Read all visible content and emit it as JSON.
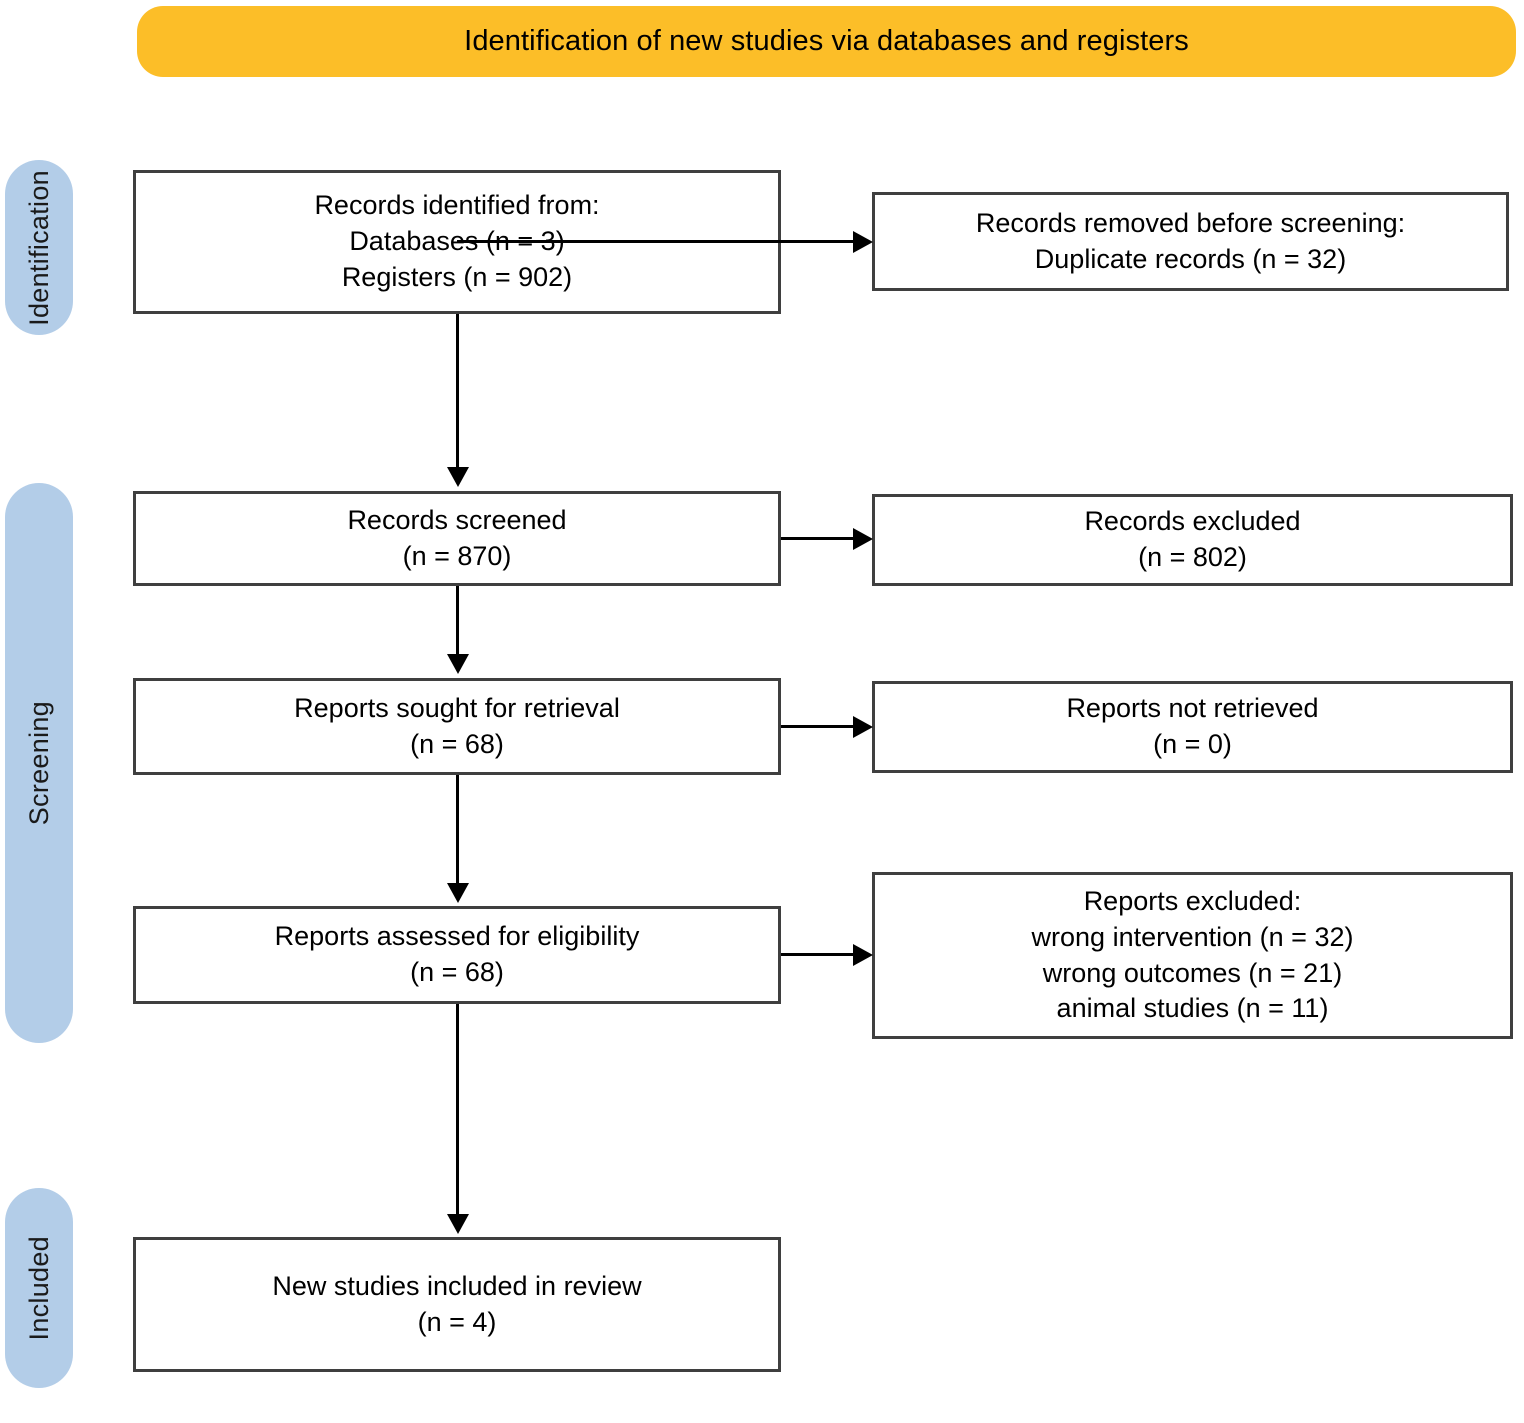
{
  "banner": {
    "title": "Identification of new studies via databases and registers",
    "color": "#fcbe28"
  },
  "stages": {
    "color": "#b3cde8",
    "identification": "Identification",
    "screening": "Screening",
    "included": "Included"
  },
  "boxes": {
    "identified": {
      "line1": "Records identified from:",
      "line2": "Databases (n = 3)",
      "line3": "Registers (n = 902)"
    },
    "removed": {
      "line1": "Records removed before screening:",
      "line2": "Duplicate records (n = 32)"
    },
    "screened": {
      "line1": "Records screened",
      "line2": "(n = 870)"
    },
    "excluded": {
      "line1": "Records excluded",
      "line2": "(n = 802)"
    },
    "sought": {
      "line1": "Reports sought for retrieval",
      "line2": "(n = 68)"
    },
    "not_retrieved": {
      "line1": "Reports not retrieved",
      "line2": "(n = 0)"
    },
    "assessed": {
      "line1": "Reports assessed for eligibility",
      "line2": "(n = 68)"
    },
    "reports_excluded": {
      "line1": "Reports excluded:",
      "line2": "wrong intervention (n = 32)",
      "line3": "wrong outcomes  (n = 21)",
      "line4": "animal studies (n = 11)"
    },
    "included": {
      "line1": "New studies included in review",
      "line2": "(n = 4)"
    }
  }
}
